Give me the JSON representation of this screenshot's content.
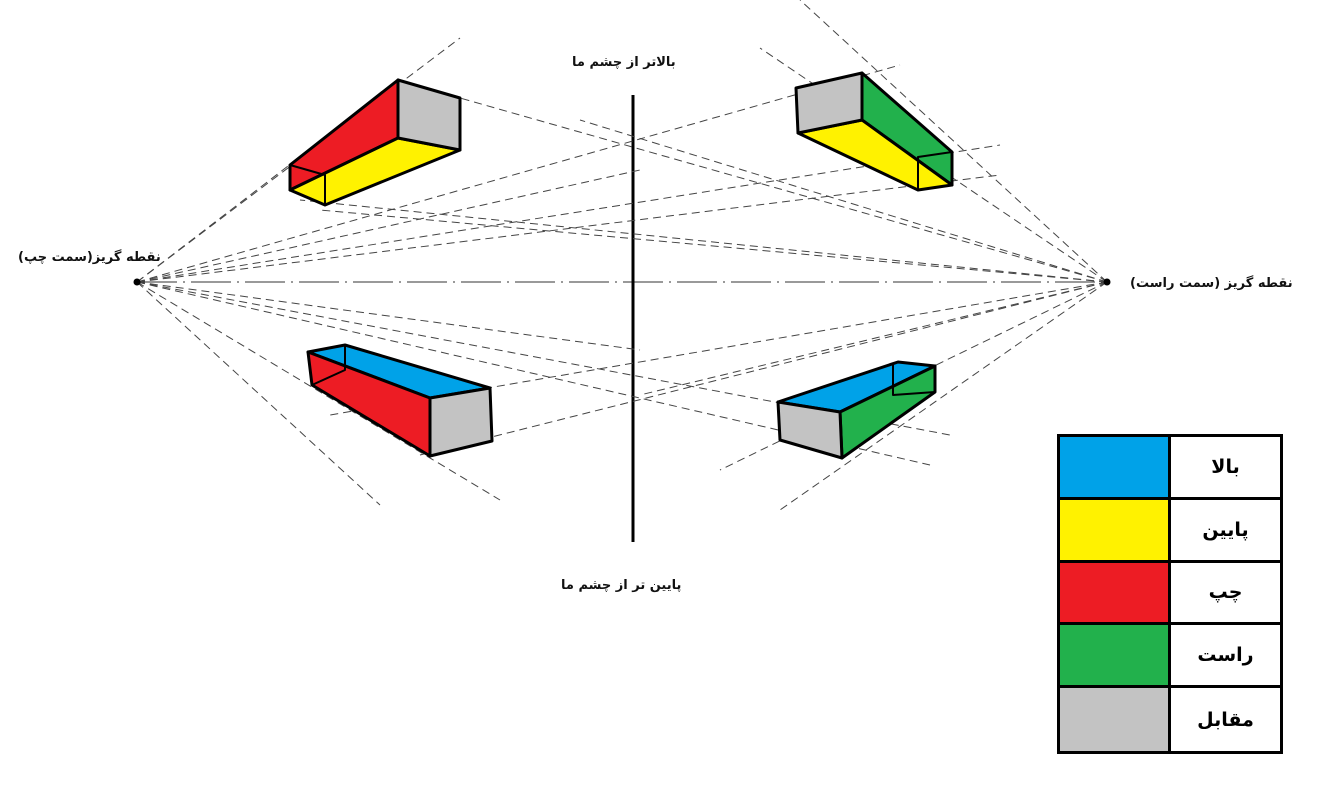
{
  "labels": {
    "above_eye": "بالاتر از چشم ما",
    "below_eye": "پایین تر از چشم ما",
    "vp_left": "نقطه گریز(سمت چپ)",
    "vp_right": "نقطه گریز  (سمت راست)"
  },
  "legend": [
    {
      "label": "بالا",
      "color": "#00a2e8"
    },
    {
      "label": "پایین",
      "color": "#fff200"
    },
    {
      "label": "چپ",
      "color": "#ed1c24"
    },
    {
      "label": "راست",
      "color": "#22b14c"
    },
    {
      "label": "مقابل",
      "color": "#c3c3c3"
    }
  ]
}
